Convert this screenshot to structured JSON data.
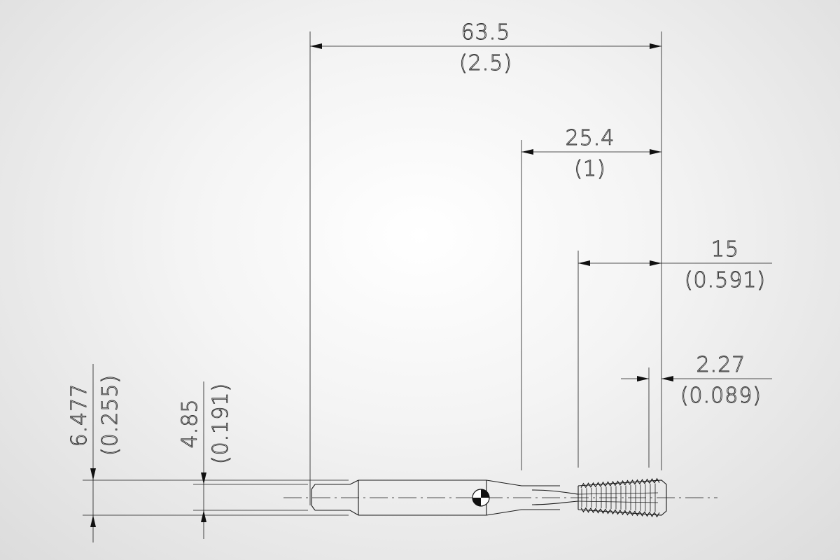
{
  "dimensions": {
    "overall_length": {
      "metric": "63.5",
      "imperial": "(2.5)"
    },
    "thread_length": {
      "metric": "25.4",
      "imperial": "(1)"
    },
    "chamfer_length": {
      "metric": "15",
      "imperial": "(0.591)"
    },
    "point_length": {
      "metric": "2.27",
      "imperial": "(0.089)"
    },
    "shank_diameter": {
      "metric": "6.477",
      "imperial": "(0.255)"
    },
    "square_size": {
      "metric": "4.85",
      "imperial": "(0.191)"
    }
  },
  "colors": {
    "line": "#1a1a1a",
    "text_outline": "#2a2a2a",
    "background_center": "#ffffff",
    "background_edge": "#dcdcdc"
  }
}
